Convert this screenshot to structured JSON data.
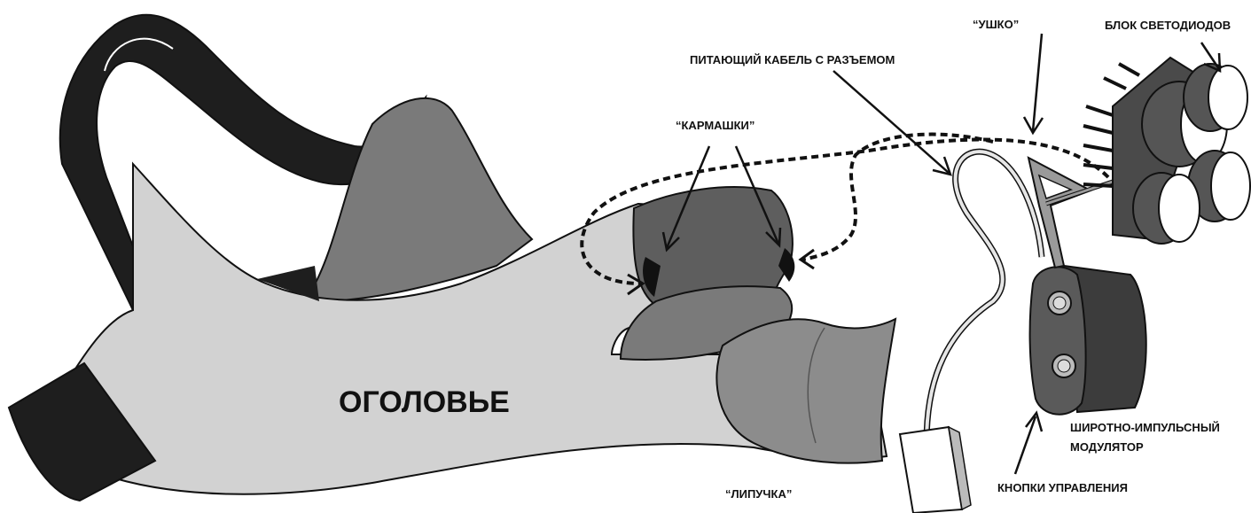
{
  "labels": {
    "headgear": "ОГОЛОВЬЕ",
    "pockets": "“КАРМАШКИ”",
    "velcro": "“ЛИПУЧКА”",
    "power_cable": "ПИТАЮЩИЙ КАБЕЛЬ С РАЗЪЕМОМ",
    "ear": "“УШКО”",
    "led_block": "БЛОК СВЕТОДИОДОВ",
    "pwm_line1": "ШИРОТНО-ИМПУЛЬСНЫЙ",
    "pwm_line2": "МОДУЛЯТОР",
    "buttons": "КНОПКИ УПРАВЛЕНИЯ"
  },
  "colors": {
    "strap_dark": "#1e1e1e",
    "headgear_light": "#d2d2d2",
    "pocket_grey": "#6f6f6f",
    "pocket_dark": "#555555",
    "velcro_grey": "#8c8c8c",
    "module_grey": "#5a5a5a",
    "led_white": "#ffffff"
  }
}
